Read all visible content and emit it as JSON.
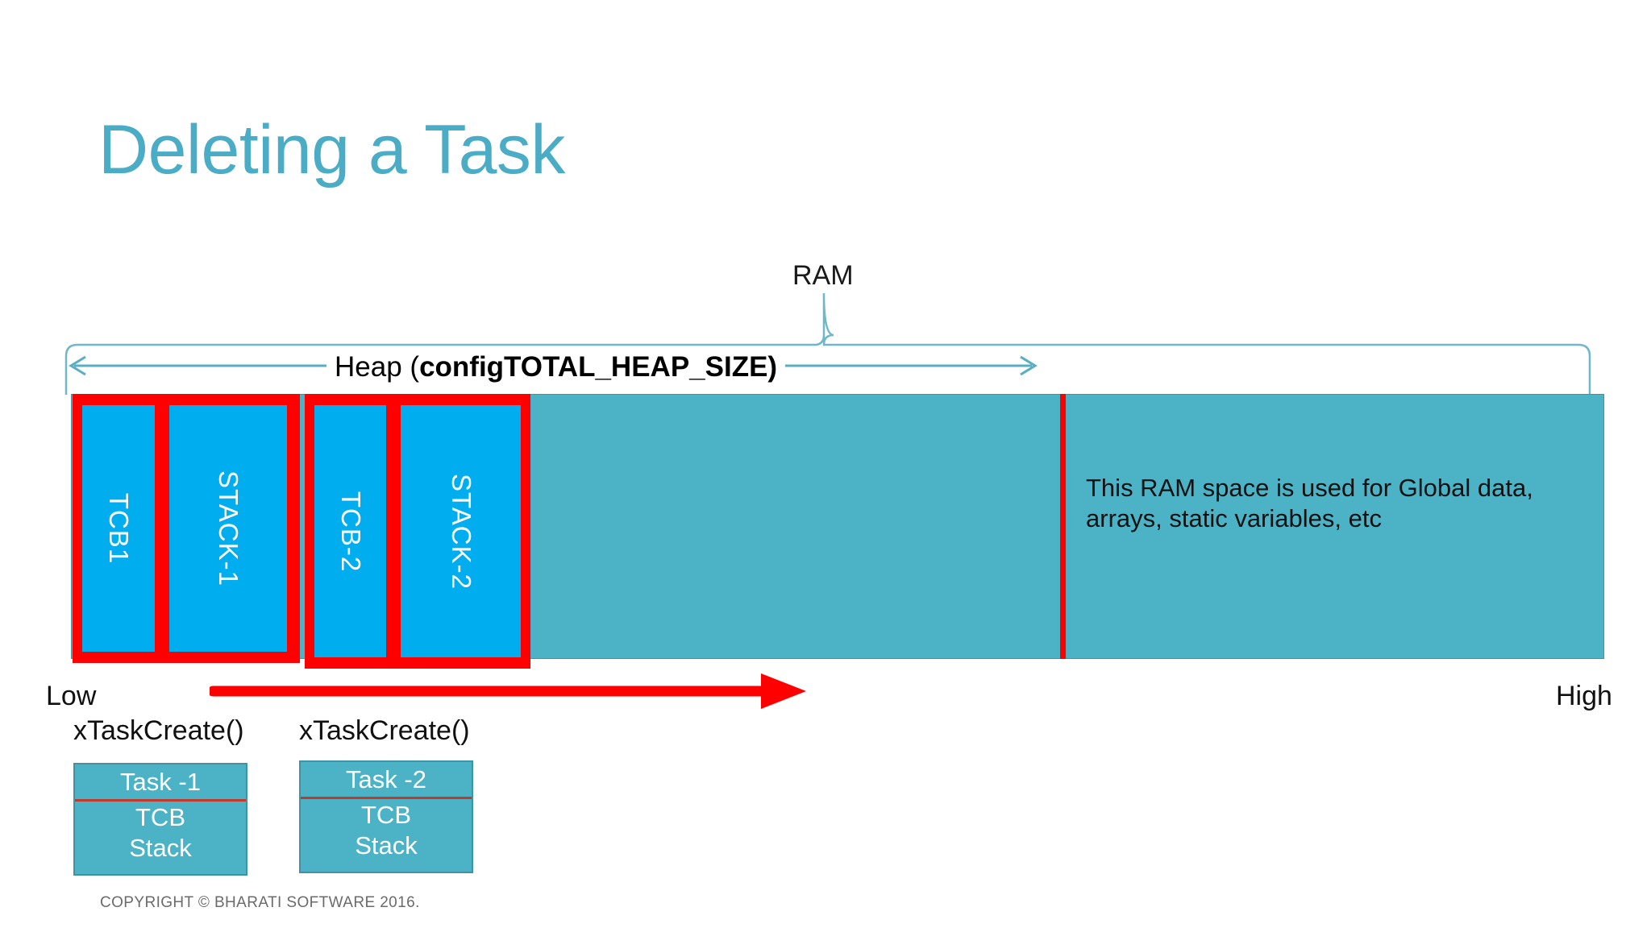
{
  "slide": {
    "title": "Deleting a Task",
    "copyright": "COPYRIGHT © BHARATI SOFTWARE 2016.",
    "accent_color": "#4BACC6",
    "ram_fill_color": "#4CB3C6",
    "block_fill_color": "#00AEEF",
    "highlight_color": "#FF0000"
  },
  "diagram": {
    "ram_label": "RAM",
    "heap_label_normal": "Heap (",
    "heap_label_bold": "configTOTAL_HEAP_SIZE)",
    "low_label": "Low",
    "high_label": "High",
    "ram_note": "This RAM space is used for Global data, arrays, static variables, etc",
    "blocks": [
      {
        "label": "TCB1",
        "group": 1
      },
      {
        "label": "STACK-1",
        "group": 1
      },
      {
        "label": "TCB-2",
        "group": 2
      },
      {
        "label": "STACK-2",
        "group": 2
      }
    ]
  },
  "tasks": [
    {
      "create_call": "xTaskCreate()",
      "title": "Task -1",
      "rows": [
        "TCB",
        "Stack"
      ]
    },
    {
      "create_call": "xTaskCreate()",
      "title": "Task -2",
      "rows": [
        "TCB",
        "Stack"
      ]
    }
  ]
}
